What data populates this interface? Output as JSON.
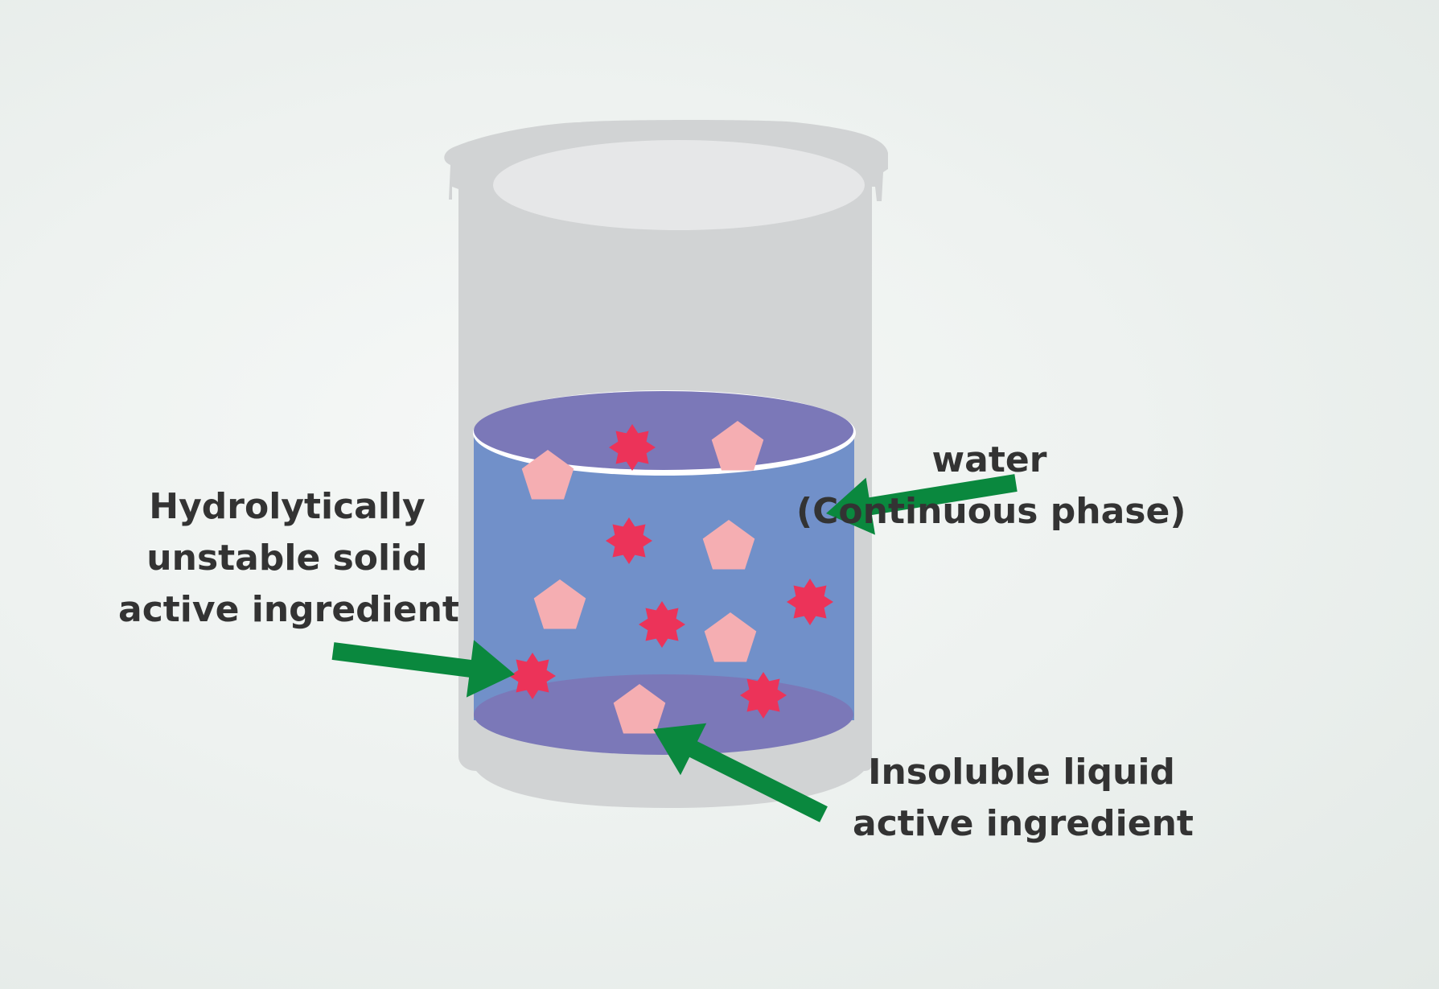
{
  "labels": {
    "water": [
      "water",
      "(Continuous phase)"
    ],
    "solid": [
      "Hydrolytically",
      "unstable solid",
      "active ingredient"
    ],
    "liquid": [
      "Insoluble liquid",
      "active ingredient"
    ]
  },
  "icons": {
    "solid_particle": "red-eight-point-star-icon",
    "liquid_droplet": "pink-pentagon-icon",
    "pointer": "green-arrow-icon"
  },
  "colors": {
    "background": "#eef2f0",
    "beaker": "#d1d3d4",
    "beaker_opening": "#e6e7e8",
    "water_body": "#7190c9",
    "water_surface": "#7b78b8",
    "solid_particle": "#ec3359",
    "liquid_droplet": "#f5aeb2",
    "arrow": "#0a883e",
    "text": "#333333"
  }
}
